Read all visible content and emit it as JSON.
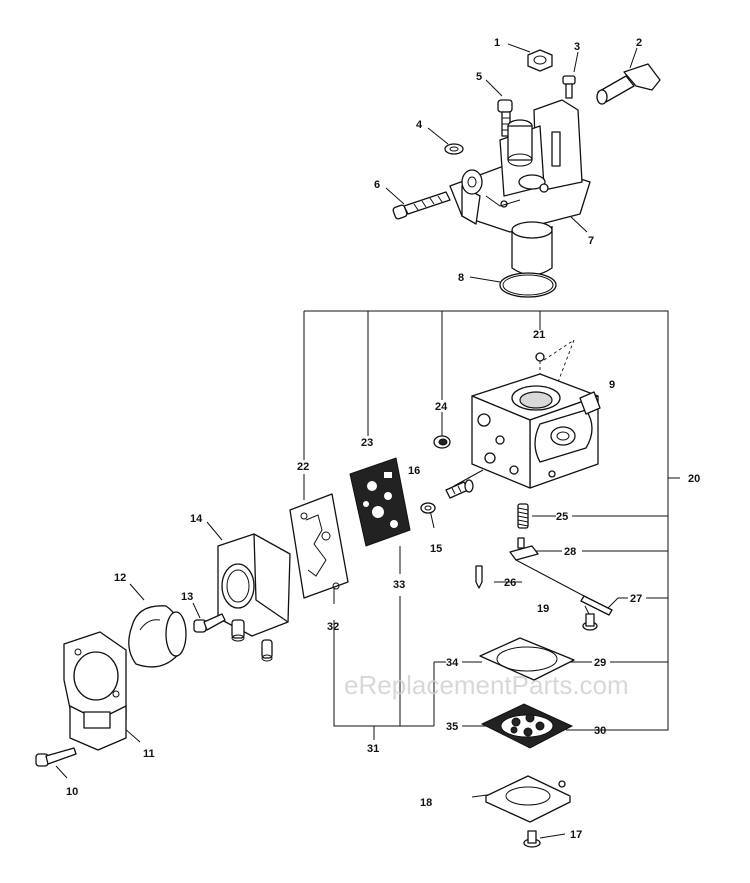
{
  "watermark": "eReplacementParts.com",
  "callouts": {
    "c1": "1",
    "c2": "2",
    "c3": "3",
    "c4": "4",
    "c5": "5",
    "c6": "6",
    "c7": "7",
    "c8": "8",
    "c9": "9",
    "c10": "10",
    "c11": "11",
    "c12": "12",
    "c13": "13",
    "c14": "14",
    "c15": "15",
    "c16": "16",
    "c17": "17",
    "c18": "18",
    "c19": "19",
    "c20": "20",
    "c21": "21",
    "c22": "22",
    "c23": "23",
    "c24": "24",
    "c25": "25",
    "c26": "26",
    "c27": "27",
    "c28": "28",
    "c29": "29",
    "c30": "30",
    "c31": "31",
    "c32": "32",
    "c33": "33",
    "c34": "34",
    "c35": "35"
  }
}
